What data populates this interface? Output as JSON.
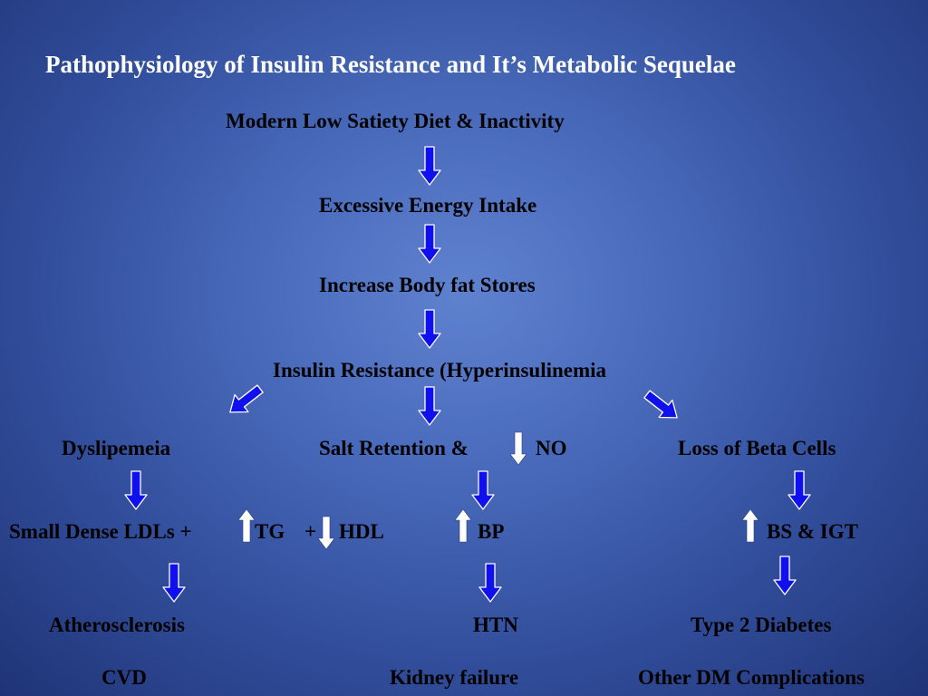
{
  "title": "Pathophysiology of Insulin Resistance and It’s Metabolic Sequelae",
  "nodes": {
    "diet": "Modern Low Satiety Diet & Inactivity",
    "energy": "Excessive Energy Intake",
    "fat": "Increase Body fat Stores",
    "insulin_resistance": "Insulin Resistance (Hyperinsulinemia",
    "dyslipemeia": "Dyslipemeia",
    "salt_retention": "Salt Retention &",
    "no": "NO",
    "beta_cells": "Loss of Beta Cells",
    "small_dense_ldl": "Small Dense LDLs +",
    "tg": "TG",
    "plus": "+",
    "hdl": "HDL",
    "bp": "BP",
    "bs_igt": "BS & IGT",
    "atherosclerosis": "Atherosclerosis",
    "htn": "HTN",
    "type2": "Type 2 Diabetes",
    "cvd": "CVD",
    "kidney": "Kidney failure",
    "other_dm": "Other DM Complications"
  },
  "colors": {
    "flow_arrow": "#1010ee",
    "indicator_arrow": "#ffffff",
    "title": "#ffffff",
    "text": "#000000"
  }
}
